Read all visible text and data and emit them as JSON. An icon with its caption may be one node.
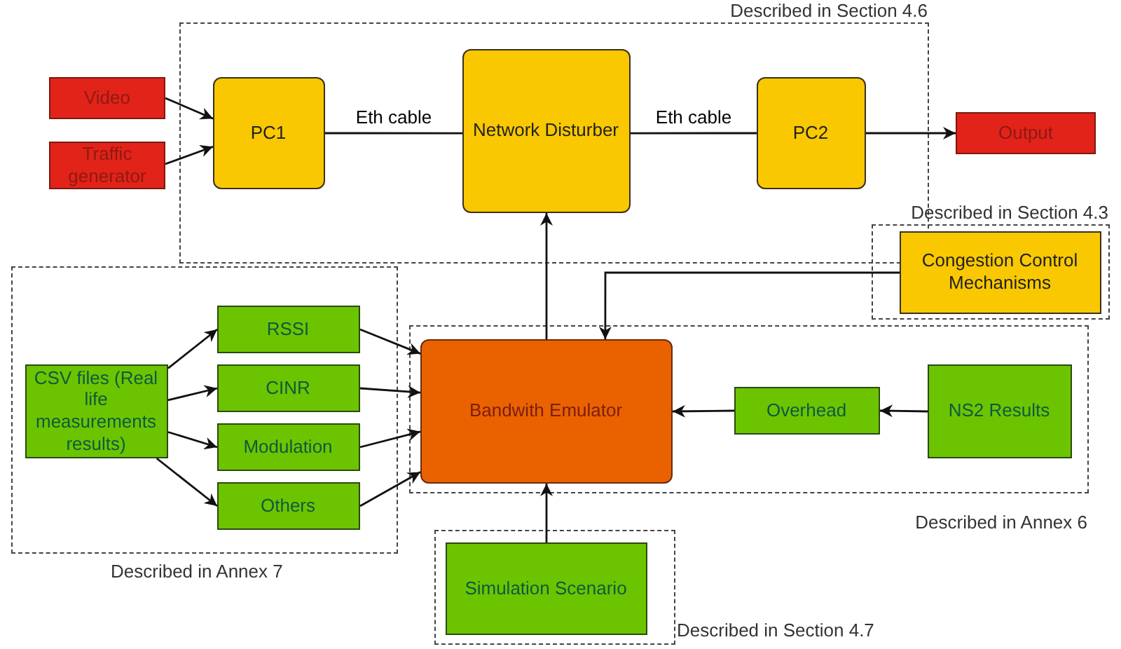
{
  "diagram": {
    "nodes": [
      {
        "text": [
          "Described in Section 4.6"
        ]
      },
      {
        "text": [
          "Video"
        ]
      },
      {
        "text": [
          "Traffic generator"
        ]
      },
      {
        "text": [
          "PC1"
        ],
        "in": 0
      },
      {
        "text": [
          "Network Disturber"
        ],
        "in": 0
      },
      {
        "text": [
          "PC2"
        ],
        "in": 0
      },
      {
        "text": [
          "Output"
        ]
      },
      {
        "text": [
          "Described in Section 4.3"
        ]
      },
      {
        "text": [
          "Congestion Control Mechanisms"
        ],
        "in": 7
      },
      {
        "text": [
          "Described in Annex 7"
        ]
      },
      {
        "text": [
          "CSV files (Real life measurements results)"
        ],
        "in": 9
      },
      {
        "text": [
          "RSSI"
        ],
        "in": 9
      },
      {
        "text": [
          "CINR"
        ],
        "in": 9
      },
      {
        "text": [
          "Modulation"
        ],
        "in": 9
      },
      {
        "text": [
          "Others"
        ],
        "in": 9
      },
      {
        "text": [
          "Described in Annex 6"
        ]
      },
      {
        "text": [
          "Bandwith Emulator"
        ],
        "in": 15
      },
      {
        "text": [
          "Overhead"
        ],
        "in": 15
      },
      {
        "text": [
          "NS2 Results"
        ],
        "in": 15
      },
      {
        "text": [
          "Described in Section 4.7"
        ]
      },
      {
        "text": [
          "Simulation Scenario"
        ],
        "in": 19
      }
    ],
    "edges": [
      {
        "from": 1,
        "to": 3,
        "arrow": "to"
      },
      {
        "from": 2,
        "to": 3,
        "arrow": "to"
      },
      {
        "from": 3,
        "to": 4,
        "arrow": "none",
        "label": "Eth cable"
      },
      {
        "from": 4,
        "to": 5,
        "arrow": "none",
        "label": "Eth cable"
      },
      {
        "from": 5,
        "to": 6,
        "arrow": "to"
      },
      {
        "from": 16,
        "to": 4,
        "arrow": "to"
      },
      {
        "from": 8,
        "to": 16,
        "arrow": "to"
      },
      {
        "from": 10,
        "to": 11,
        "arrow": "to"
      },
      {
        "from": 10,
        "to": 12,
        "arrow": "to"
      },
      {
        "from": 10,
        "to": 13,
        "arrow": "to"
      },
      {
        "from": 10,
        "to": 14,
        "arrow": "to"
      },
      {
        "from": 11,
        "to": 16,
        "arrow": "to"
      },
      {
        "from": 12,
        "to": 16,
        "arrow": "to"
      },
      {
        "from": 13,
        "to": 16,
        "arrow": "to"
      },
      {
        "from": 14,
        "to": 16,
        "arrow": "to"
      },
      {
        "from": 18,
        "to": 17,
        "arrow": "to"
      },
      {
        "from": 17,
        "to": 16,
        "arrow": "to"
      },
      {
        "from": 20,
        "to": 16,
        "arrow": "to"
      }
    ]
  }
}
